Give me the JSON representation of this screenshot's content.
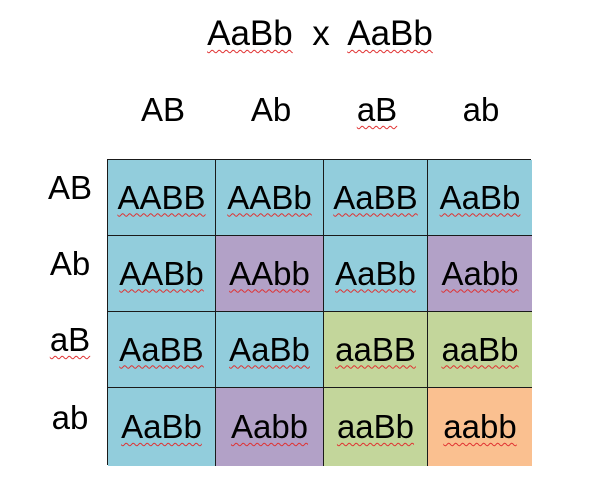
{
  "title": {
    "parent1": "AaBb",
    "cross": "x",
    "parent2": "AaBb"
  },
  "columns": [
    "AB",
    "Ab",
    "aB",
    "ab"
  ],
  "rows": [
    "AB",
    "Ab",
    "aB",
    "ab"
  ],
  "cells": [
    [
      "AABB",
      "AABb",
      "AaBB",
      "AaBb"
    ],
    [
      "AABb",
      "AAbb",
      "AaBb",
      "Aabb"
    ],
    [
      "AaBB",
      "AaBb",
      "aaBB",
      "aaBb"
    ],
    [
      "AaBb",
      "Aabb",
      "aaBb",
      "aabb"
    ]
  ],
  "cell_colors": [
    [
      "#92cddc",
      "#92cddc",
      "#92cddc",
      "#92cddc"
    ],
    [
      "#92cddc",
      "#b2a1c7",
      "#92cddc",
      "#b2a1c7"
    ],
    [
      "#92cddc",
      "#92cddc",
      "#c3d69b",
      "#c3d69b"
    ],
    [
      "#92cddc",
      "#b2a1c7",
      "#c3d69b",
      "#fac090"
    ]
  ],
  "spellcheck_underline_color": "#e03030"
}
